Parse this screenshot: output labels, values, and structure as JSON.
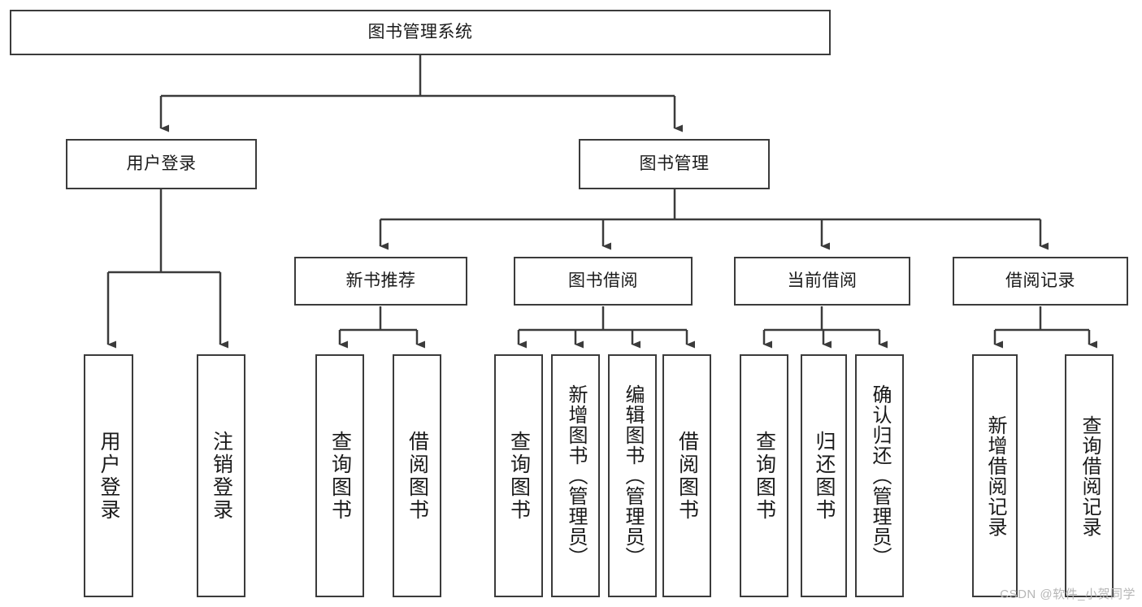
{
  "diagram": {
    "title": "图书管理系统",
    "type": "tree-hierarchy",
    "root": {
      "id": "root",
      "label": "图书管理系统"
    },
    "level2": [
      {
        "id": "user-login",
        "label": "用户登录"
      },
      {
        "id": "book-manage",
        "label": "图书管理"
      }
    ],
    "level3": [
      {
        "id": "new-book-recommend",
        "label": "新书推荐",
        "parent": "book-manage"
      },
      {
        "id": "book-borrow",
        "label": "图书借阅",
        "parent": "book-manage"
      },
      {
        "id": "current-borrow",
        "label": "当前借阅",
        "parent": "book-manage"
      },
      {
        "id": "borrow-record",
        "label": "借阅记录",
        "parent": "book-manage"
      }
    ],
    "leaves": [
      {
        "id": "leaf-user-login",
        "label": "用户登录",
        "parent": "user-login"
      },
      {
        "id": "leaf-logout-login",
        "label": "注销登录",
        "parent": "user-login"
      },
      {
        "id": "leaf-query-book-1",
        "label": "查询图书",
        "parent": "new-book-recommend"
      },
      {
        "id": "leaf-borrow-book-1",
        "label": "借阅图书",
        "parent": "new-book-recommend"
      },
      {
        "id": "leaf-query-book-2",
        "label": "查询图书",
        "parent": "book-borrow"
      },
      {
        "id": "leaf-add-book",
        "label": "新增图书（管理员）",
        "parent": "book-borrow"
      },
      {
        "id": "leaf-edit-book",
        "label": "编辑图书（管理员）",
        "parent": "book-borrow"
      },
      {
        "id": "leaf-borrow-book-2",
        "label": "借阅图书",
        "parent": "book-borrow"
      },
      {
        "id": "leaf-query-book-3",
        "label": "查询图书",
        "parent": "current-borrow"
      },
      {
        "id": "leaf-return-book",
        "label": "归还图书",
        "parent": "current-borrow"
      },
      {
        "id": "leaf-confirm-return",
        "label": "确认归还（管理员）",
        "parent": "current-borrow"
      },
      {
        "id": "leaf-add-record",
        "label": "新增借阅记录",
        "parent": "borrow-record"
      },
      {
        "id": "leaf-query-record",
        "label": "查询借阅记录",
        "parent": "borrow-record"
      }
    ]
  },
  "watermark": {
    "text": "CSDN @软件_小贺同学"
  },
  "colors": {
    "box_border": "#3b3b3b",
    "box_fill": "#ffffff",
    "connector": "#3b3b3b",
    "text": "#1a1a1a",
    "watermark": "#b6b6b6",
    "background": "#ffffff"
  }
}
